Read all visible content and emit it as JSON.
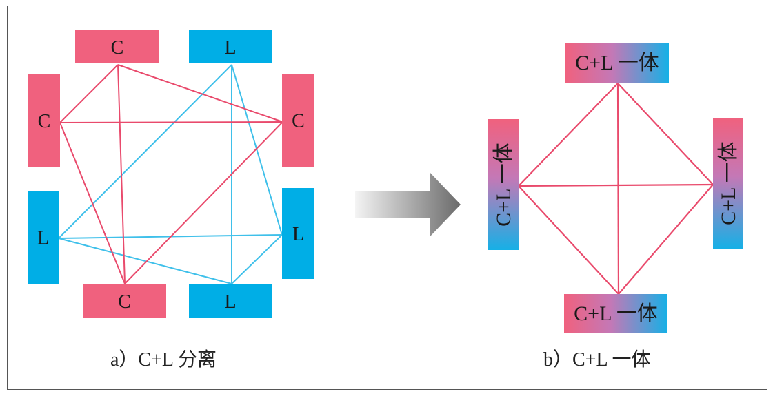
{
  "colors": {
    "c_block": "#f0617e",
    "l_block": "#00aee6",
    "c_line": "#e94a6c",
    "l_line": "#3fc0ea",
    "arrow_dark": "#6f6f6f",
    "arrow_light": "#f2f2f2"
  },
  "left_panel": {
    "caption": "a）C+L 分离",
    "blocks": [
      {
        "id": "c-top",
        "kind": "C",
        "label": "C"
      },
      {
        "id": "l-top",
        "kind": "L",
        "label": "L"
      },
      {
        "id": "c-left",
        "kind": "C",
        "label": "C"
      },
      {
        "id": "c-right",
        "kind": "C",
        "label": "C"
      },
      {
        "id": "l-left",
        "kind": "L",
        "label": "L"
      },
      {
        "id": "l-right",
        "kind": "L",
        "label": "L"
      },
      {
        "id": "c-bottom",
        "kind": "C",
        "label": "C"
      },
      {
        "id": "l-bottom",
        "kind": "L",
        "label": "L"
      }
    ],
    "c_links": [
      [
        "c-top",
        "c-left"
      ],
      [
        "c-top",
        "c-right"
      ],
      [
        "c-top",
        "c-bottom"
      ],
      [
        "c-left",
        "c-right"
      ],
      [
        "c-left",
        "c-bottom"
      ],
      [
        "c-right",
        "c-bottom"
      ]
    ],
    "l_links": [
      [
        "l-top",
        "l-left"
      ],
      [
        "l-top",
        "l-right"
      ],
      [
        "l-top",
        "l-bottom"
      ],
      [
        "l-left",
        "l-right"
      ],
      [
        "l-left",
        "l-bottom"
      ],
      [
        "l-right",
        "l-bottom"
      ]
    ]
  },
  "right_panel": {
    "caption": "b）C+L 一体",
    "blocks": [
      {
        "id": "cl-top",
        "label": "C+L 一体"
      },
      {
        "id": "cl-left",
        "label": "C+L 一体"
      },
      {
        "id": "cl-right",
        "label": "C+L 一体"
      },
      {
        "id": "cl-bottom",
        "label": "C+L 一体"
      }
    ],
    "links": [
      [
        "cl-top",
        "cl-left"
      ],
      [
        "cl-top",
        "cl-right"
      ],
      [
        "cl-top",
        "cl-bottom"
      ],
      [
        "cl-left",
        "cl-right"
      ],
      [
        "cl-left",
        "cl-bottom"
      ],
      [
        "cl-right",
        "cl-bottom"
      ]
    ]
  }
}
